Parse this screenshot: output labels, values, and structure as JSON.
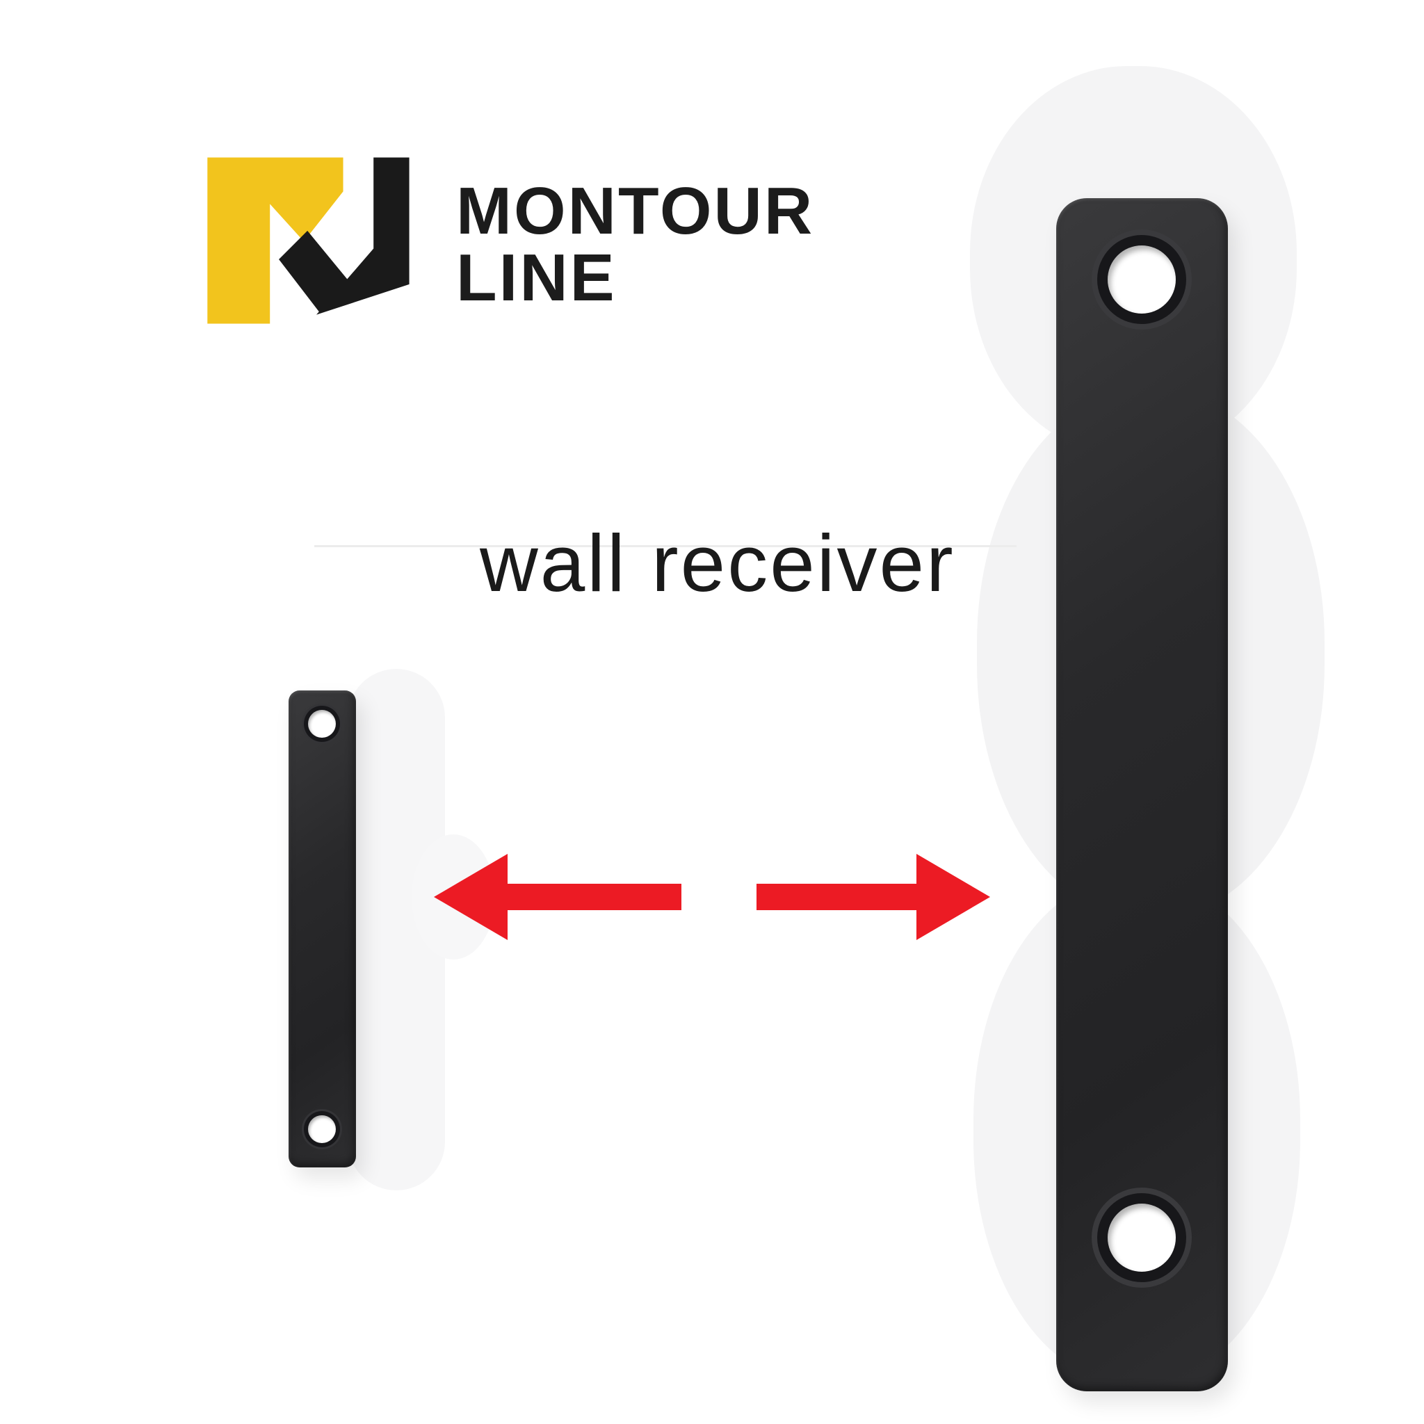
{
  "image": {
    "type": "product-marketing-image",
    "background_color": "#ffffff"
  },
  "brand": {
    "logo_icon": "montour-line-monogram-icon",
    "logo_yellow": "#F2C41D",
    "logo_black": "#1A1A1A",
    "name_line1": "MONTOUR",
    "name_line2": "LINE",
    "text_color": "#1C1C1C"
  },
  "caption": {
    "text": "wall receiver",
    "color": "#1A1A1A"
  },
  "products": {
    "small_plate": {
      "icon": "wall-receiver-plate-small",
      "color": "#2C2C2E",
      "screw_holes": 2
    },
    "large_plate": {
      "icon": "wall-receiver-plate-large",
      "color": "#2C2C2E",
      "screw_holes": 2
    }
  },
  "annotations": {
    "arrow_color": "#EC1B24",
    "arrows": [
      {
        "icon": "arrow-left-icon",
        "direction": "left"
      },
      {
        "icon": "arrow-right-icon",
        "direction": "right"
      }
    ]
  }
}
